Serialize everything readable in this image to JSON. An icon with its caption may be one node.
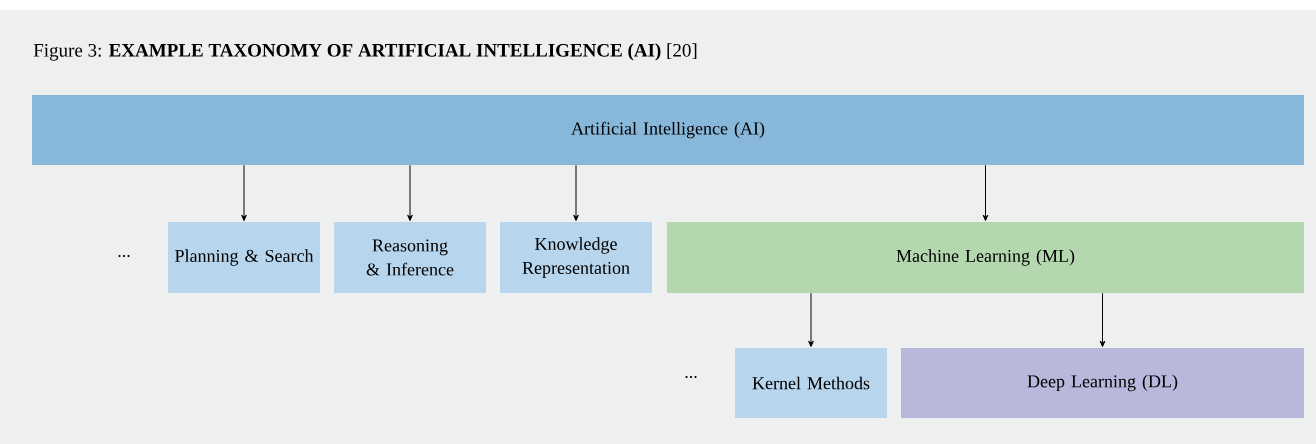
{
  "diagram": {
    "title": "Figure 3: **EXAMPLE TAXONOMY OF ARTIFICIAL INTELLIGENCE (AI)** [20]",
    "nodes": [
      {
        "text": [
          "Artificial Intelligence (AI)"
        ]
      },
      {
        "text": [
          "Planning & Search"
        ]
      },
      {
        "text": [
          "Reasoning & Inference"
        ]
      },
      {
        "text": [
          "Knowledge Representation"
        ]
      },
      {
        "text": [
          "Machine Learning (ML)"
        ]
      },
      {
        "text": [
          "Kernel Methods"
        ]
      },
      {
        "text": [
          "Deep Learning (DL)"
        ]
      }
    ],
    "edges": [
      {
        "from": 0,
        "to": 1,
        "arrow": "to"
      },
      {
        "from": 0,
        "to": 2,
        "arrow": "to"
      },
      {
        "from": 0,
        "to": 3,
        "arrow": "to"
      },
      {
        "from": 0,
        "to": 4,
        "arrow": "to"
      },
      {
        "from": 4,
        "to": 5,
        "arrow": "to"
      },
      {
        "from": 4,
        "to": 6,
        "arrow": "to"
      }
    ],
    "labels": [
      "...",
      "..."
    ]
  }
}
